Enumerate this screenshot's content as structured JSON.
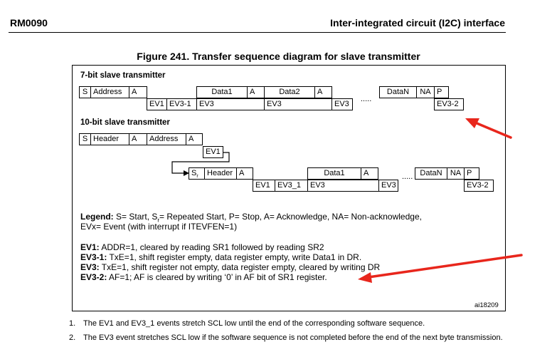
{
  "header": {
    "doc_id": "RM0090",
    "section": "Inter-integrated circuit (I2C) interface"
  },
  "figure": {
    "title": "Figure 241. Transfer sequence diagram for slave transmitter",
    "seven_bit": {
      "title": "7-bit slave transmitter",
      "frame": [
        "S",
        "Address",
        "A",
        "Data1",
        "A",
        "Data2",
        "A",
        "DataN",
        "NA",
        "P"
      ],
      "events": [
        "EV1",
        "EV3-1",
        "EV3",
        "EV3",
        "EV3",
        "EV3-2"
      ],
      "ellipsis": "....."
    },
    "ten_bit": {
      "title": "10-bit slave transmitter",
      "frame1": [
        "S",
        "Header",
        "A",
        "Address",
        "A"
      ],
      "event1": "EV1",
      "sr_main": "S",
      "sr_sub": "r",
      "frame2": [
        "Header",
        "A",
        "Data1",
        "A",
        "DataN",
        "NA",
        "P"
      ],
      "events": [
        "EV1",
        "EV3_1",
        "EV3",
        "EV3",
        "EV3-2"
      ],
      "ellipsis": "....."
    },
    "legend": {
      "label": "Legend:",
      "line1_pre": " S= Start, S",
      "sub": "r",
      "line1_post": "= Repeated Start, P= Stop, A= Acknowledge, NA= Non-acknowledge,",
      "line2": "EVx= Event (with interrupt if ITEVFEN=1)"
    },
    "definitions": [
      {
        "term": "EV1:",
        "text": " ADDR=1, cleared by reading SR1 followed by reading SR2"
      },
      {
        "term": "EV3-1:",
        "text": " TxE=1, shift register empty, data register empty, write Data1 in DR."
      },
      {
        "term": "EV3:",
        "text": " TxE=1, shift register not empty, data register empty, cleared by writing DR"
      },
      {
        "term": "EV3-2:",
        "text": " AF=1; AF is cleared by writing ‘0’ in AF bit of SR1 register."
      }
    ],
    "image_id": "ai18209"
  },
  "notes": [
    {
      "num": "1.",
      "text": "The EV1 and EV3_1 events stretch SCL low until the end of the corresponding software sequence."
    },
    {
      "num": "2.",
      "text": "The EV3 event stretches SCL low if the software sequence is not completed before the end of the next byte transmission."
    }
  ],
  "colors": {
    "annotation_arrow": "#e8261c"
  }
}
